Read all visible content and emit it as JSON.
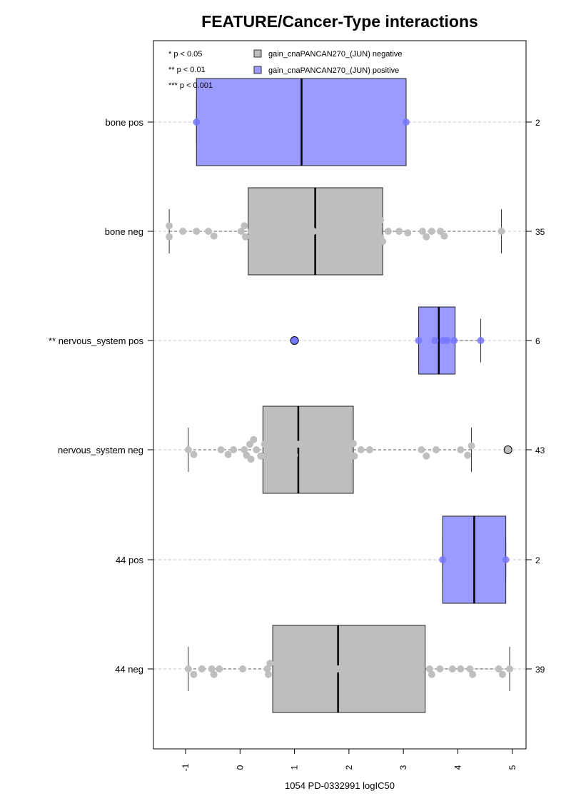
{
  "chart_data": {
    "type": "boxplot",
    "title": "FEATURE/Cancer-Type interactions",
    "xlabel": "1054 PD-0332991 logIC50",
    "xlim": [
      -1.6,
      5.25
    ],
    "xticks": [
      -1,
      0,
      1,
      2,
      3,
      4,
      5
    ],
    "xtick_labels": [
      "-1",
      "0",
      "1",
      "2",
      "3",
      "4",
      "5"
    ],
    "significance_legend": [
      "* p < 0.05",
      "** p < 0.01",
      "*** p < 0.001"
    ],
    "legend": [
      {
        "label": "gain_cnaPANCAN270_(JUN) negative",
        "color": "#bebebe"
      },
      {
        "label": "gain_cnaPANCAN270_(JUN) positive",
        "color": "#9b9bff"
      }
    ],
    "colors": {
      "negative_box": "#bebebe",
      "positive_box": "#9b9bff",
      "negative_point": "#bfbfbf",
      "positive_point": "#7777ff",
      "outlier_negative": "#bfbfbf",
      "outlier_positive": "#7777ff"
    },
    "groups": [
      {
        "label": "bone pos",
        "n": "2",
        "kind": "positive",
        "q1": -0.8,
        "median": 1.13,
        "q3": 3.05,
        "whisker_low": -0.8,
        "whisker_high": 3.05,
        "points": [
          [
            -0.8,
            0
          ],
          [
            3.05,
            0
          ]
        ],
        "outliers": []
      },
      {
        "label": "bone neg",
        "n": "35",
        "kind": "negative",
        "q1": 0.15,
        "median": 1.38,
        "q3": 2.62,
        "whisker_low": -1.3,
        "whisker_high": 4.8,
        "points": [
          [
            -1.3,
            -0.7
          ],
          [
            -1.3,
            0.7
          ],
          [
            -1.05,
            0
          ],
          [
            -0.8,
            0
          ],
          [
            -0.58,
            0
          ],
          [
            -0.48,
            0.6
          ],
          [
            0.02,
            0
          ],
          [
            0.08,
            -0.7
          ],
          [
            0.1,
            0.7
          ],
          [
            0.2,
            0
          ],
          [
            0.42,
            0
          ],
          [
            0.47,
            -0.7
          ],
          [
            0.5,
            0.7
          ],
          [
            0.62,
            -0.5
          ],
          [
            0.62,
            0.5
          ],
          [
            0.65,
            0
          ],
          [
            0.85,
            0
          ],
          [
            1.02,
            0
          ],
          [
            1.35,
            0
          ],
          [
            1.53,
            0
          ],
          [
            1.85,
            0
          ],
          [
            2.02,
            0
          ],
          [
            2.22,
            0.6
          ],
          [
            2.47,
            0
          ],
          [
            2.55,
            -0.6
          ],
          [
            2.58,
            0.8
          ],
          [
            2.58,
            -1.4
          ],
          [
            2.62,
            1.3
          ],
          [
            2.72,
            0
          ],
          [
            2.92,
            0
          ],
          [
            3.08,
            0.2
          ],
          [
            3.35,
            0
          ],
          [
            3.42,
            0.7
          ],
          [
            3.52,
            0
          ],
          [
            3.68,
            0
          ],
          [
            3.75,
            0.6
          ],
          [
            4.8,
            0
          ]
        ],
        "outliers": []
      },
      {
        "label": "** nervous_system pos",
        "n": "6",
        "kind": "positive",
        "q1": 3.28,
        "median": 3.65,
        "q3": 3.95,
        "whisker_low": 3.28,
        "whisker_high": 4.42,
        "points": [
          [
            3.28,
            0
          ],
          [
            3.58,
            0
          ],
          [
            3.73,
            0
          ],
          [
            3.8,
            0
          ],
          [
            3.93,
            0
          ],
          [
            4.42,
            0
          ]
        ],
        "outliers": [
          [
            1.0,
            0
          ]
        ]
      },
      {
        "label": "nervous_system neg",
        "n": "43",
        "kind": "negative",
        "q1": 0.42,
        "median": 1.07,
        "q3": 2.08,
        "whisker_low": -0.95,
        "whisker_high": 4.25,
        "points": [
          [
            -0.95,
            0
          ],
          [
            -0.85,
            0.6
          ],
          [
            -0.35,
            0
          ],
          [
            -0.22,
            0.6
          ],
          [
            -0.12,
            0
          ],
          [
            0.08,
            0
          ],
          [
            0.12,
            0.7
          ],
          [
            0.18,
            -0.7
          ],
          [
            0.2,
            1.2
          ],
          [
            0.25,
            -1.3
          ],
          [
            0.3,
            0
          ],
          [
            0.38,
            0.8
          ],
          [
            0.45,
            -0.7
          ],
          [
            0.5,
            0
          ],
          [
            0.55,
            1.3
          ],
          [
            0.55,
            -1.3
          ],
          [
            0.7,
            0
          ],
          [
            0.78,
            0.7
          ],
          [
            0.83,
            -0.7
          ],
          [
            0.95,
            0
          ],
          [
            1.0,
            0.7
          ],
          [
            1.08,
            -0.7
          ],
          [
            1.18,
            0
          ],
          [
            1.25,
            0.8
          ],
          [
            1.3,
            -0.7
          ],
          [
            1.38,
            0
          ],
          [
            1.5,
            0.7
          ],
          [
            1.58,
            -0.5
          ],
          [
            1.98,
            0
          ],
          [
            2.08,
            -0.8
          ],
          [
            2.1,
            0.8
          ],
          [
            2.22,
            0
          ],
          [
            2.38,
            0
          ],
          [
            3.33,
            0
          ],
          [
            3.42,
            0.8
          ],
          [
            3.6,
            0
          ],
          [
            4.05,
            0
          ],
          [
            4.18,
            0.7
          ],
          [
            4.25,
            -0.5
          ]
        ],
        "outliers": [
          [
            4.92,
            0
          ]
        ]
      },
      {
        "label": "44 pos",
        "n": "2",
        "kind": "positive",
        "q1": 3.72,
        "median": 4.3,
        "q3": 4.88,
        "whisker_low": 3.72,
        "whisker_high": 4.88,
        "points": [
          [
            3.72,
            0
          ],
          [
            4.88,
            0
          ]
        ],
        "outliers": []
      },
      {
        "label": "44 neg",
        "n": "39",
        "kind": "negative",
        "q1": 0.6,
        "median": 1.8,
        "q3": 3.4,
        "whisker_low": -0.95,
        "whisker_high": 4.95,
        "points": [
          [
            -0.95,
            0
          ],
          [
            -0.85,
            0.7
          ],
          [
            -0.7,
            0
          ],
          [
            -0.52,
            0
          ],
          [
            -0.48,
            0.7
          ],
          [
            -0.38,
            0
          ],
          [
            0.05,
            0
          ],
          [
            0.5,
            0
          ],
          [
            0.52,
            0.7
          ],
          [
            0.55,
            -0.7
          ],
          [
            0.68,
            0
          ],
          [
            0.72,
            0.7
          ],
          [
            0.82,
            0
          ],
          [
            0.88,
            -0.8
          ],
          [
            0.95,
            0.7
          ],
          [
            1.08,
            0
          ],
          [
            1.45,
            0
          ],
          [
            1.52,
            0.7
          ],
          [
            1.8,
            0
          ],
          [
            2.38,
            0
          ],
          [
            2.42,
            0.7
          ],
          [
            2.47,
            -0.7
          ],
          [
            2.58,
            0
          ],
          [
            2.68,
            0.7
          ],
          [
            2.68,
            -0.7
          ],
          [
            2.75,
            0.8
          ],
          [
            2.88,
            0
          ],
          [
            3.08,
            0
          ],
          [
            3.32,
            0
          ],
          [
            3.48,
            0
          ],
          [
            3.52,
            0.7
          ],
          [
            3.67,
            0
          ],
          [
            3.9,
            0
          ],
          [
            4.05,
            0
          ],
          [
            4.22,
            0
          ],
          [
            4.27,
            0.7
          ],
          [
            4.75,
            0
          ],
          [
            4.82,
            0.7
          ],
          [
            4.95,
            0
          ]
        ],
        "outliers": []
      }
    ]
  }
}
